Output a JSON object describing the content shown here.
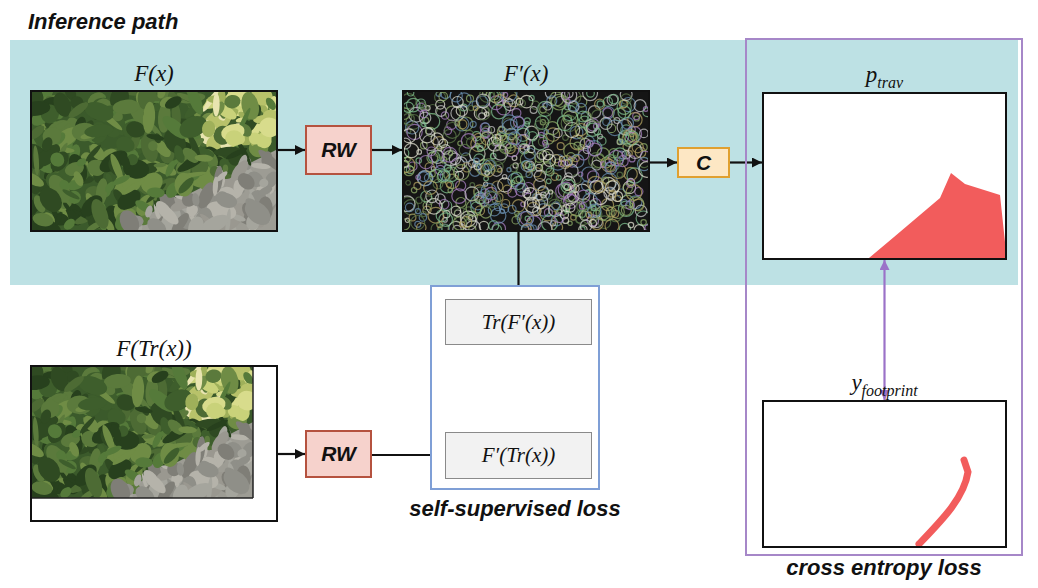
{
  "diagram": {
    "nodes": [
      {
        "text": [
          "Inference path"
        ]
      },
      {
        "text": [
          "F(x)"
        ],
        "in": 0
      },
      {
        "text": [
          "RW"
        ],
        "in": 0
      },
      {
        "text": [
          "F′(x)"
        ],
        "in": 0
      },
      {
        "text": [
          "C"
        ],
        "in": 0
      },
      {
        "text": [
          "cross entropy loss"
        ]
      },
      {
        "text": [
          "ptrav"
        ],
        "in": 5
      },
      {
        "text": [
          "yfootprint"
        ],
        "in": 5
      },
      {
        "text": [
          "F(Tr(x))"
        ]
      },
      {
        "text": [
          "RW"
        ]
      },
      {
        "text": [
          "self-supervised loss"
        ]
      },
      {
        "text": [
          "Tr(F′(x))"
        ],
        "in": 10
      },
      {
        "text": [
          "F′(Tr(x))"
        ],
        "in": 10
      }
    ],
    "edges": [
      {
        "from": 1,
        "to": 2,
        "arrow": "to"
      },
      {
        "from": 2,
        "to": 3,
        "arrow": "to"
      },
      {
        "from": 3,
        "to": 4,
        "arrow": "to"
      },
      {
        "from": 4,
        "to": 6,
        "arrow": "to"
      },
      {
        "from": 3,
        "to": 11,
        "arrow": "to"
      },
      {
        "from": 8,
        "to": 9,
        "arrow": "to"
      },
      {
        "from": 9,
        "to": 12,
        "arrow": "to"
      },
      {
        "from": 11,
        "to": 12,
        "arrow": "both"
      },
      {
        "from": 6,
        "to": 7,
        "arrow": "both"
      }
    ]
  }
}
